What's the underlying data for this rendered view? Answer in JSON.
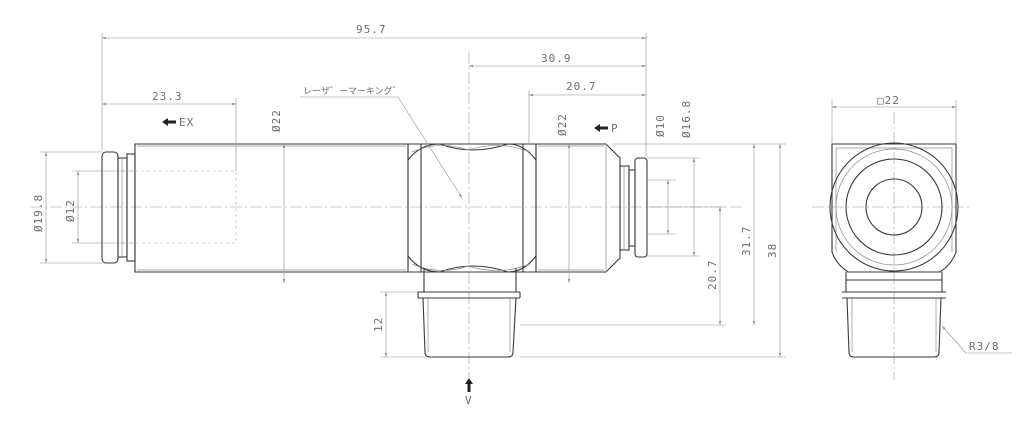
{
  "dimensions": {
    "overall_length": "95.7",
    "center_to_end": "30.9",
    "p_port_length": "20.7",
    "ex_port_length": "23.3",
    "dia_22_body": "Ø22",
    "dia_22_p": "Ø22",
    "dia_10": "Ø10",
    "dia_16_8": "Ø16.8",
    "dia_19_8": "Ø19.8",
    "dia_12": "Ø12",
    "height_20_7": "20.7",
    "height_31_7": "31.7",
    "height_38": "38",
    "thread_length": "12",
    "square_22": "□22",
    "thread_spec": "R3/8"
  },
  "labels": {
    "laser_marking": "レーザ゛ーマーキング゛",
    "ex_port": "EX",
    "p_port": "P",
    "bottom_port": "V"
  },
  "colors": {
    "outline": "#3a3a3a",
    "dimension": "#8f8f8f",
    "text": "#6e6e6e"
  }
}
